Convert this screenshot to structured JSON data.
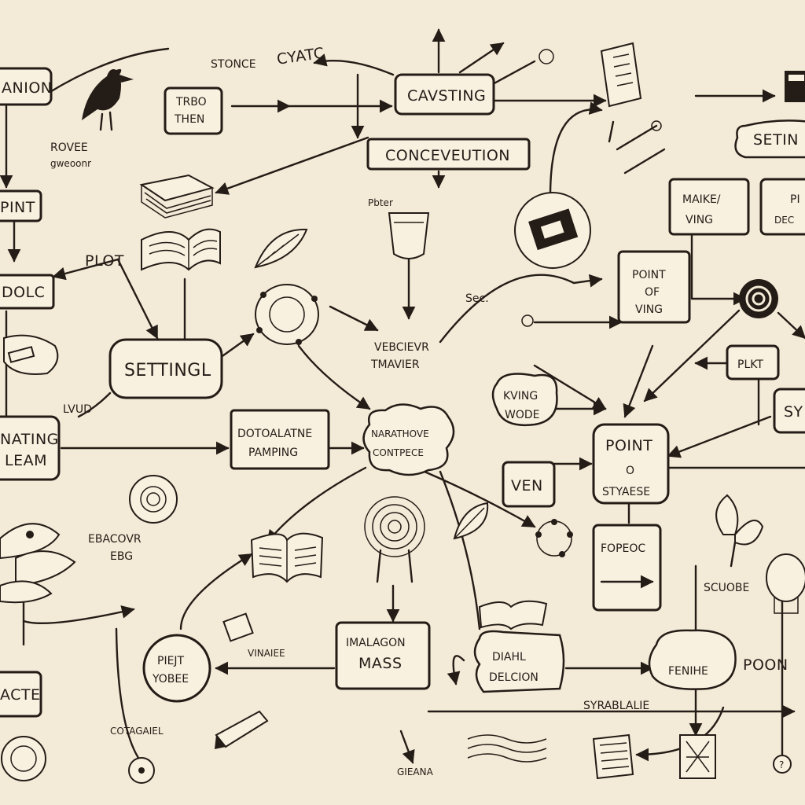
{
  "colors": {
    "background": "#f3ead7",
    "ink": "#241c16",
    "paper": "#f8f1e0"
  },
  "nodes": [
    {
      "id": "anion",
      "lines": [
        "ANION"
      ]
    },
    {
      "id": "trbo-then",
      "lines": [
        "TRBO",
        "THEN"
      ]
    },
    {
      "id": "casting",
      "lines": [
        "CAVSTING"
      ]
    },
    {
      "id": "conceveution",
      "lines": [
        "CONCEVEUTION"
      ]
    },
    {
      "id": "setin",
      "lines": [
        "SETIN"
      ]
    },
    {
      "id": "maike-ving",
      "lines": [
        "MAIKE/",
        "VING"
      ]
    },
    {
      "id": "p-dec",
      "lines": [
        "PI",
        "DEC"
      ]
    },
    {
      "id": "point-of-ving",
      "lines": [
        "POINT",
        "OF",
        "VING"
      ]
    },
    {
      "id": "pint",
      "lines": [
        "PINT"
      ]
    },
    {
      "id": "dolc",
      "lines": [
        "DOLC"
      ]
    },
    {
      "id": "setting",
      "lines": [
        "SETTINGL"
      ]
    },
    {
      "id": "vebcievr",
      "lines": [
        "VEBCIEVR",
        "TMAVIER"
      ]
    },
    {
      "id": "plot",
      "lines": [
        "PLOT"
      ]
    },
    {
      "id": "plkt",
      "lines": [
        "PLKT"
      ]
    },
    {
      "id": "sy",
      "lines": [
        "SY"
      ]
    },
    {
      "id": "nating-leam",
      "lines": [
        "NATING",
        "LEAM"
      ]
    },
    {
      "id": "dotoalatne",
      "lines": [
        "DOTOALATNE",
        "PAMPING"
      ]
    },
    {
      "id": "narathove",
      "lines": [
        "NARATHOVE",
        "CONTPECE"
      ]
    },
    {
      "id": "kving-wode",
      "lines": [
        "KVING",
        "WODE"
      ]
    },
    {
      "id": "ven",
      "lines": [
        "VEN"
      ]
    },
    {
      "id": "point-styaese",
      "lines": [
        "POINT",
        "O",
        "STYAESE"
      ]
    },
    {
      "id": "fopeoc",
      "lines": [
        "FOPEOC"
      ]
    },
    {
      "id": "piejt-yobee",
      "lines": [
        "PIEJT",
        "YOBEE"
      ]
    },
    {
      "id": "imalagon-mass",
      "lines": [
        "IMALAGON",
        "MASS"
      ]
    },
    {
      "id": "diahl-delcion",
      "lines": [
        "DIAHL",
        "DELCION"
      ]
    },
    {
      "id": "fenihe",
      "lines": [
        "FENIHE"
      ]
    },
    {
      "id": "acte",
      "lines": [
        "ACTE"
      ]
    }
  ],
  "labels": [
    {
      "id": "stonce",
      "text": "STONCE"
    },
    {
      "id": "cyatc",
      "text": "CYATC"
    },
    {
      "id": "rovee",
      "text": "ROVEE"
    },
    {
      "id": "gwooneer",
      "text": "gweoonr"
    },
    {
      "id": "pbter",
      "text": "Pbter"
    },
    {
      "id": "sec",
      "text": "Sec."
    },
    {
      "id": "lvud",
      "text": "LVUD"
    },
    {
      "id": "ebacovr",
      "text": "EBACOVR"
    },
    {
      "id": "ebg",
      "text": "EBG"
    },
    {
      "id": "vinaiee",
      "text": "VINAIEE"
    },
    {
      "id": "cotagaiel",
      "text": "COTAGAIEL"
    },
    {
      "id": "syrablalie",
      "text": "SYRABLALIE"
    },
    {
      "id": "scuobe",
      "text": "SCUOBE"
    },
    {
      "id": "poon",
      "text": "POON"
    },
    {
      "id": "gieana",
      "text": "GIEANA"
    }
  ]
}
